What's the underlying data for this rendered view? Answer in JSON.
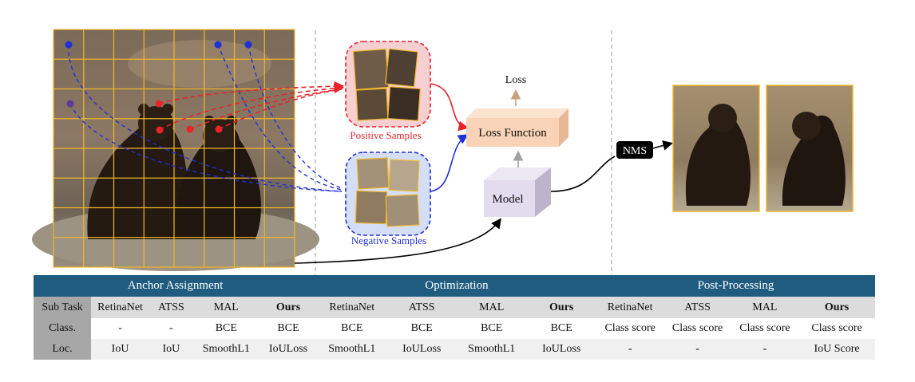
{
  "diagram": {
    "positive_label": "Positive Samples",
    "negative_label": "Negative Samples",
    "loss_label": "Loss",
    "loss_function_label": "Loss Function",
    "model_label": "Model",
    "nms_label": "NMS",
    "colors": {
      "positive": "#e8232a",
      "negative": "#2230d8",
      "grid": "#f2b62a",
      "loss_box": "#f9d3b7",
      "model_box": "#e2dcee",
      "table_header": "#1f5c80"
    }
  },
  "table": {
    "sections": [
      "Anchor Assignment",
      "Optimization",
      "Post-Processing"
    ],
    "rows": [
      {
        "cells": [
          "Sub Task",
          "RetinaNet",
          "ATSS",
          "MAL",
          "Ours",
          "RetinaNet",
          "ATSS",
          "MAL",
          "Ours",
          "RetinaNet",
          "ATSS",
          "MAL",
          "Ours"
        ]
      },
      {
        "cells": [
          "Class.",
          "-",
          "-",
          "BCE",
          "BCE",
          "BCE",
          "BCE",
          "BCE",
          "BCE",
          "Class score",
          "Class score",
          "Class score",
          "Class score"
        ]
      },
      {
        "cells": [
          "Loc.",
          "IoU",
          "IoU",
          "SmoothL1",
          "IoULoss",
          "SmoothL1",
          "IoULoss",
          "SmoothL1",
          "IoULoss",
          "-",
          "-",
          "-",
          "IoU Score"
        ]
      }
    ]
  }
}
